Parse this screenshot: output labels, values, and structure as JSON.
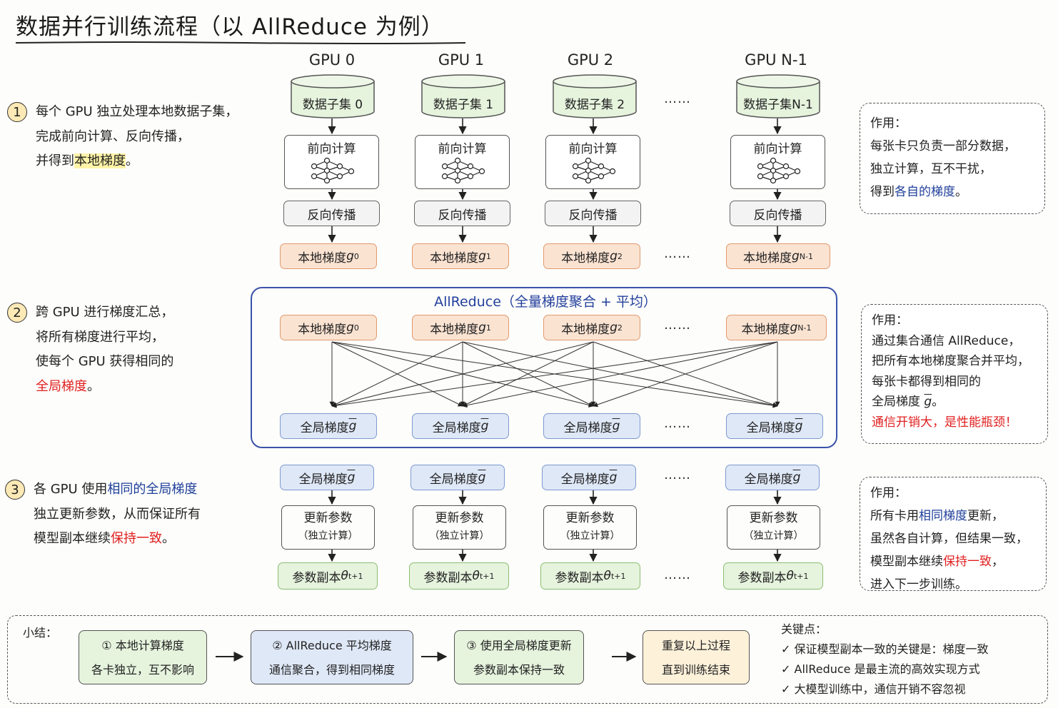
{
  "title": "数据并行训练流程（以 AllReduce 为例）",
  "gpus": [
    {
      "header": "GPU 0",
      "dataset": "数据子集 0",
      "local_grad": "本地梯度 ",
      "g_sub": "0"
    },
    {
      "header": "GPU 1",
      "dataset": "数据子集 1",
      "local_grad": "本地梯度 ",
      "g_sub": "1"
    },
    {
      "header": "GPU 2",
      "dataset": "数据子集 2",
      "local_grad": "本地梯度 ",
      "g_sub": "2"
    },
    {
      "header": "GPU N-1",
      "dataset": "数据子集N-1",
      "local_grad": "本地梯度 ",
      "g_sub": "N-1"
    }
  ],
  "nodes": {
    "forward": "前向计算",
    "backward": "反向传播",
    "g": "g",
    "global_grad": "全局梯度 ",
    "update": "更新参数",
    "update_sub": "（独立计算）",
    "param_copy": "参数副本 ",
    "theta": "θ",
    "theta_sup": "t+1"
  },
  "ellipsis": "……",
  "steps": [
    {
      "num": "1",
      "lines": [
        "每个 GPU 独立处理本地数据子集，",
        "完成前向计算、反向传播，"
      ],
      "line3_pre": "并得到",
      "line3_hl": "本地梯度",
      "line3_post": "。"
    },
    {
      "num": "2",
      "lines": [
        "跨 GPU 进行梯度汇总，",
        "将所有梯度进行平均，",
        "使每个 GPU 获得相同的"
      ],
      "line4_hl": "全局梯度",
      "line4_post": "。"
    },
    {
      "num": "3",
      "line1_pre": "各 GPU 使用",
      "line1_hl": "相同的全局梯度",
      "line2": "独立更新参数，从而保证所有",
      "line3_pre": "模型副本继续",
      "line3_hl": "保持一致",
      "line3_post": "。"
    }
  ],
  "allreduce_title": "AllReduce（全量梯度聚合 + 平均）",
  "side_notes": [
    {
      "head": "作用：",
      "l1": "每张卡只负责一部分数据，",
      "l2": "独立计算，互不干扰，",
      "l3_pre": "得到",
      "l3_hl": "各自的梯度",
      "l3_post": "。"
    },
    {
      "head": "作用：",
      "l1": "通过集合通信 AllReduce，",
      "l2": "把所有本地梯度聚合并平均，",
      "l3": "每张卡都得到相同的",
      "l4_pre": "全局梯度 ",
      "l4_g": "g",
      "l4_post": "。",
      "l5": "通信开销大，是性能瓶颈！"
    },
    {
      "head": "作用：",
      "l1_pre": "所有卡用",
      "l1_hl": "相同梯度",
      "l1_post": "更新，",
      "l2": "虽然各自计算，但结果一致，",
      "l3_pre": "模型副本继续",
      "l3_hl": "保持一致",
      "l3_post": "，",
      "l4": "进入下一步训练。"
    }
  ],
  "summary": {
    "label": "小结：",
    "boxes": [
      {
        "l1": "① 本地计算梯度",
        "l2": "各卡独立，互不影响"
      },
      {
        "l1": "② AllReduce 平均梯度",
        "l2": "通信聚合，得到相同梯度"
      },
      {
        "l1": "③ 使用全局梯度更新",
        "l2": "参数副本保持一致"
      },
      {
        "l1": "重复以上过程",
        "l2": "直到训练结束"
      }
    ],
    "key_head": "关键点：",
    "key_points": [
      "✓ 保证模型副本一致的关键是：梯度一致",
      "✓ AllReduce 是最主流的高效实现方式",
      "✓ 大模型训练中，通信开销不容忽视"
    ]
  },
  "colors": {
    "blue_text": "#1f3f9a",
    "red_text": "#e02020",
    "frame_blue": "#3a52a8"
  }
}
